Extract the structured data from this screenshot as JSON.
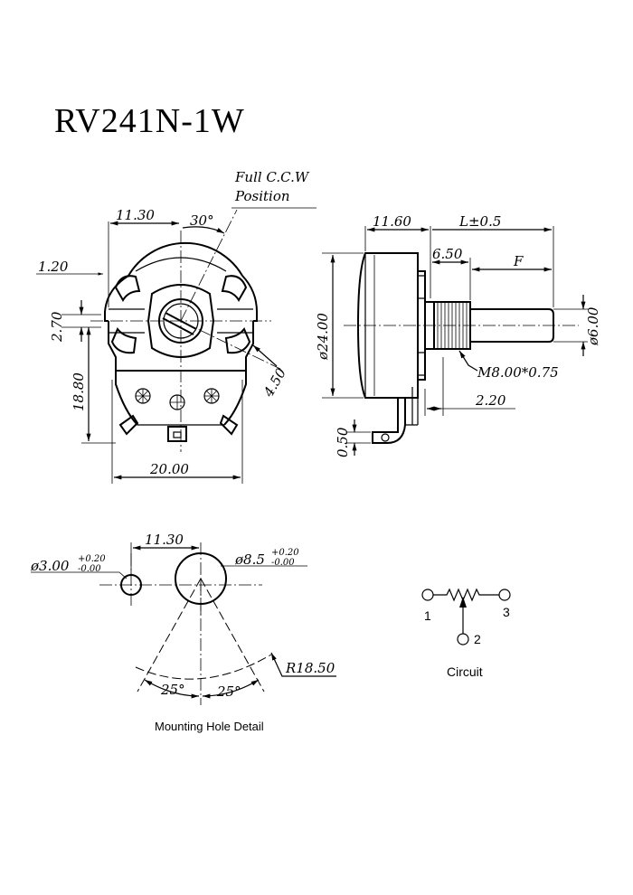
{
  "title": "RV241N-1W",
  "front_view": {
    "note_line1": "Full C.C.W",
    "note_line2": "Position",
    "dim_width_top": "11.30",
    "dim_angle": "30°",
    "dim_left_top": "1.20",
    "dim_left_mid": "2.70",
    "dim_left_height": "18.80",
    "dim_radius": "4.50",
    "dim_bottom_width": "20.00"
  },
  "side_view": {
    "dim_body": "11.60",
    "dim_length": "L±0.5",
    "dim_bushing": "6.50",
    "dim_shaft": "F",
    "dim_diameter": "ø24.00",
    "dim_shaft_dia": "ø6.00",
    "dim_thread": "M8.00*0.75",
    "dim_lug": "2.20",
    "dim_thickness": "0.50"
  },
  "mounting": {
    "small_hole": "ø3.00",
    "small_tol_plus": "+0.20",
    "small_tol_minus": "-0.00",
    "spacing": "11.30",
    "large_hole": "ø8.5",
    "large_tol_plus": "+0.20",
    "large_tol_minus": "-0.00",
    "radius": "R18.50",
    "angle_left": "25°",
    "angle_right": "25°",
    "caption": "Mounting Hole Detail"
  },
  "circuit": {
    "pin1": "1",
    "pin2": "2",
    "pin3": "3",
    "caption": "Circuit"
  }
}
